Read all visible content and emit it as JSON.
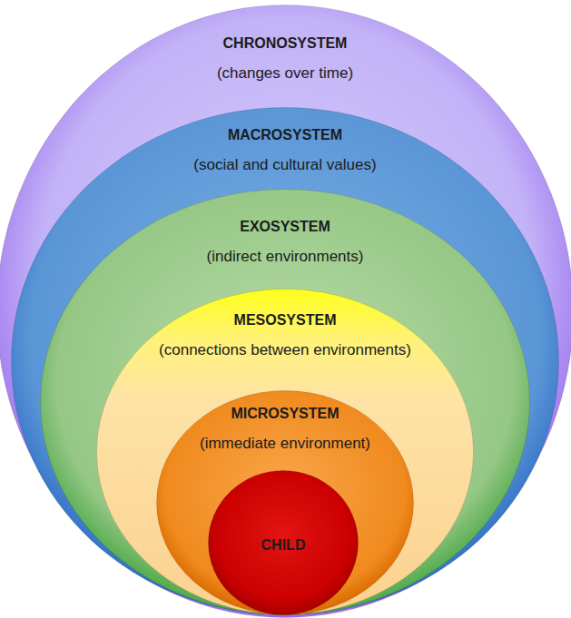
{
  "diagram": {
    "nodes": [
      {
        "text": [
          "CHRONOSYSTEM",
          "(changes over time)"
        ]
      },
      {
        "text": [
          "MACROSYSTEM",
          "(social and cultural values)"
        ],
        "in": 0
      },
      {
        "text": [
          "EXOSYSTEM",
          "(indirect environments)"
        ],
        "in": 1
      },
      {
        "text": [
          "MESOSYSTEM",
          "(connections between environments)"
        ],
        "in": 2
      },
      {
        "text": [
          "MICROSYSTEM",
          "(immediate environment)"
        ],
        "in": 3
      },
      {
        "text": [
          "CHILD"
        ],
        "in": 4
      }
    ]
  }
}
